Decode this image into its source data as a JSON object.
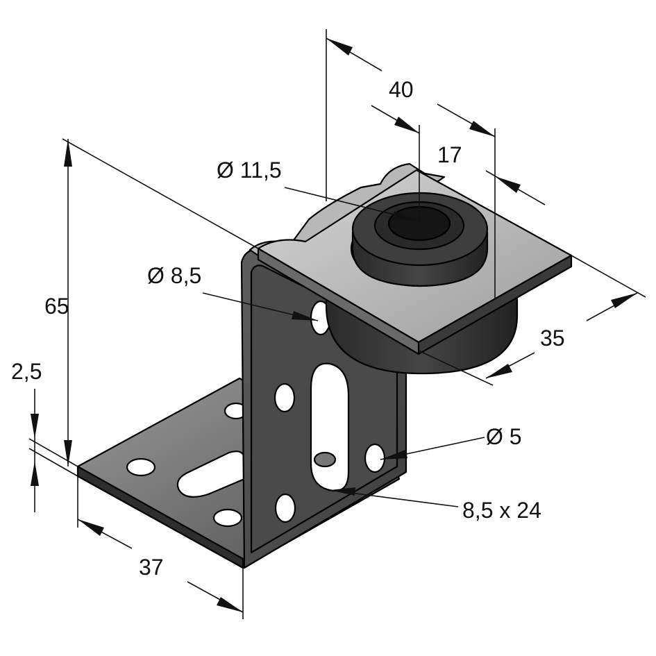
{
  "drawing": {
    "dimensions": {
      "width_top": "40",
      "offset_17": "17",
      "hole_11_5": "Ø 11,5",
      "hole_8_5": "Ø 8,5",
      "height_65": "65",
      "thickness_2_5": "2,5",
      "depth_35": "35",
      "hole_5": "Ø 5",
      "slot": "8,5 x 24",
      "width_37": "37"
    }
  }
}
